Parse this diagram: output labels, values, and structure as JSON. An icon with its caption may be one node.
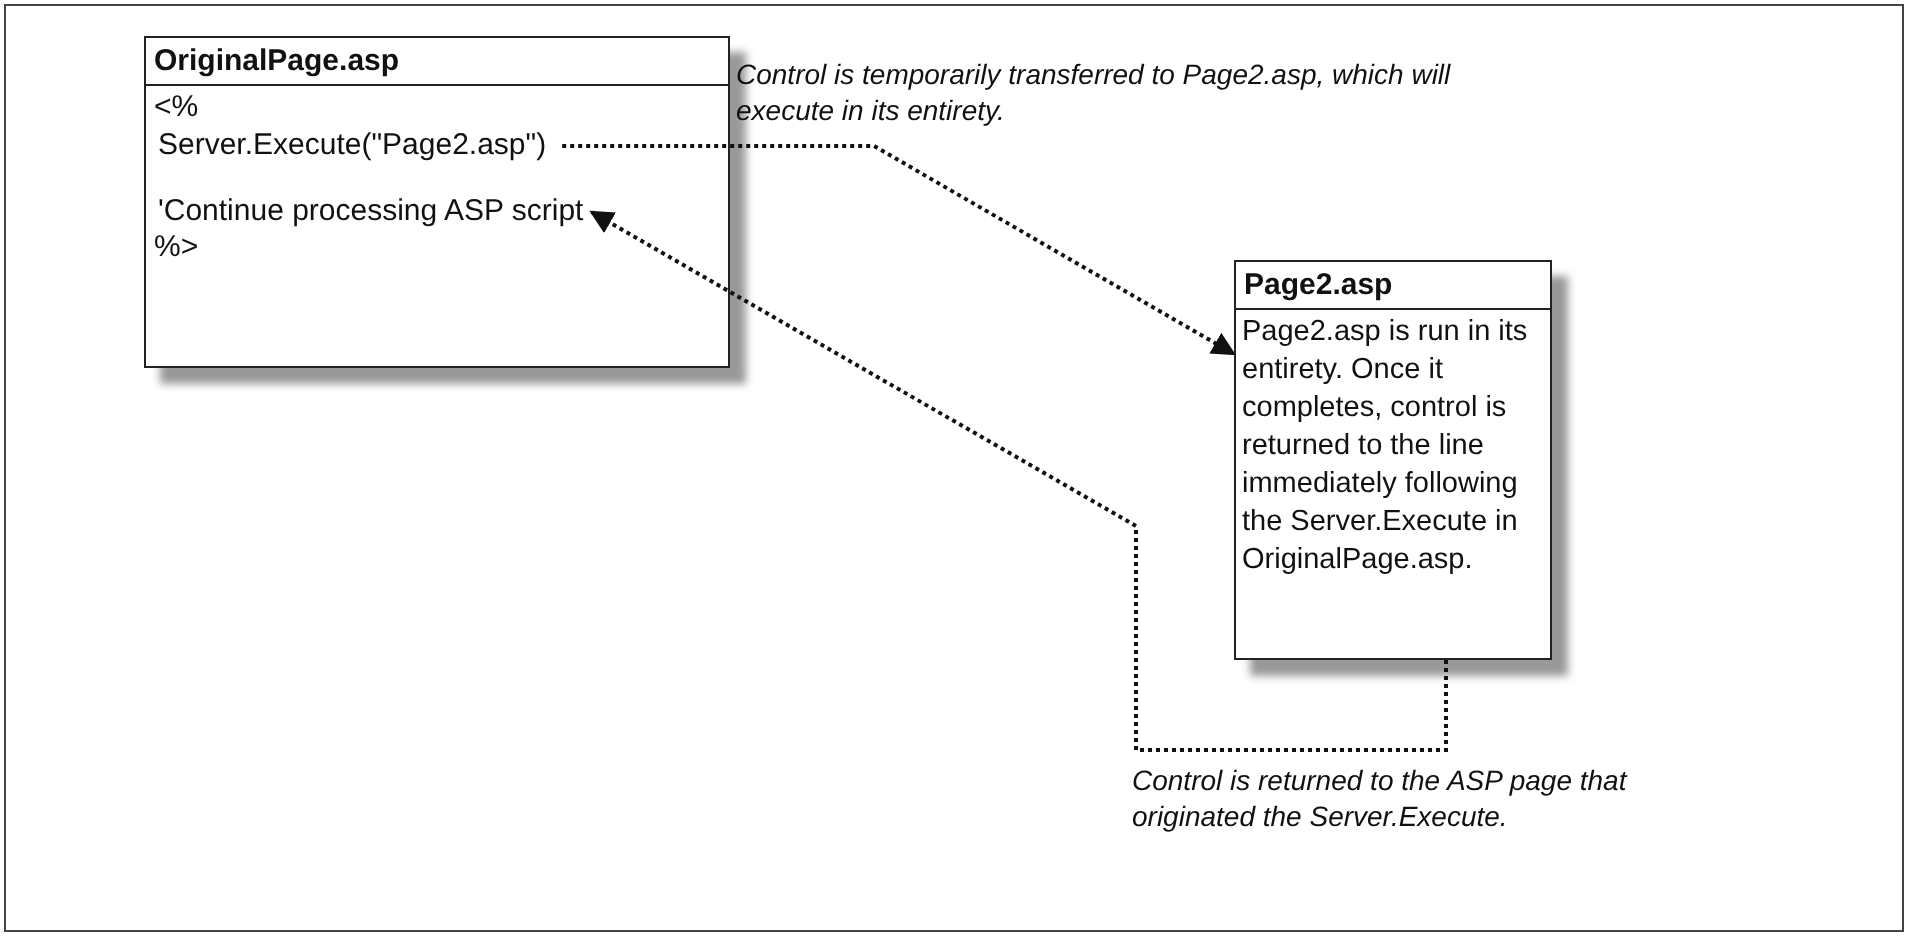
{
  "diagram": {
    "nodes": [
      {
        "text": [
          "OriginalPage.asp"
        ]
      },
      {
        "text": [
          "<%"
        ],
        "in": 0
      },
      {
        "text": [
          "Server.Execute(\"Page2.asp\")"
        ],
        "in": 0
      },
      {
        "text": [
          "'Continue processing ASP script"
        ],
        "in": 0
      },
      {
        "text": [
          "%>"
        ],
        "in": 0
      },
      {
        "text": [
          "Page2.asp",
          "Page2.asp is run in its entirety. Once it completes, control is returned to the line immediately following the Server.Execute in OriginalPage.asp."
        ]
      }
    ],
    "edges": [
      {
        "from": 2,
        "to": 5,
        "arrow": "to",
        "label": "Control is temporarily transferred to Page2.asp, which will execute in its entirety."
      },
      {
        "from": 5,
        "to": 3,
        "arrow": "to",
        "label": "Control is returned to the ASP page that originated the Server.Execute."
      }
    ]
  }
}
